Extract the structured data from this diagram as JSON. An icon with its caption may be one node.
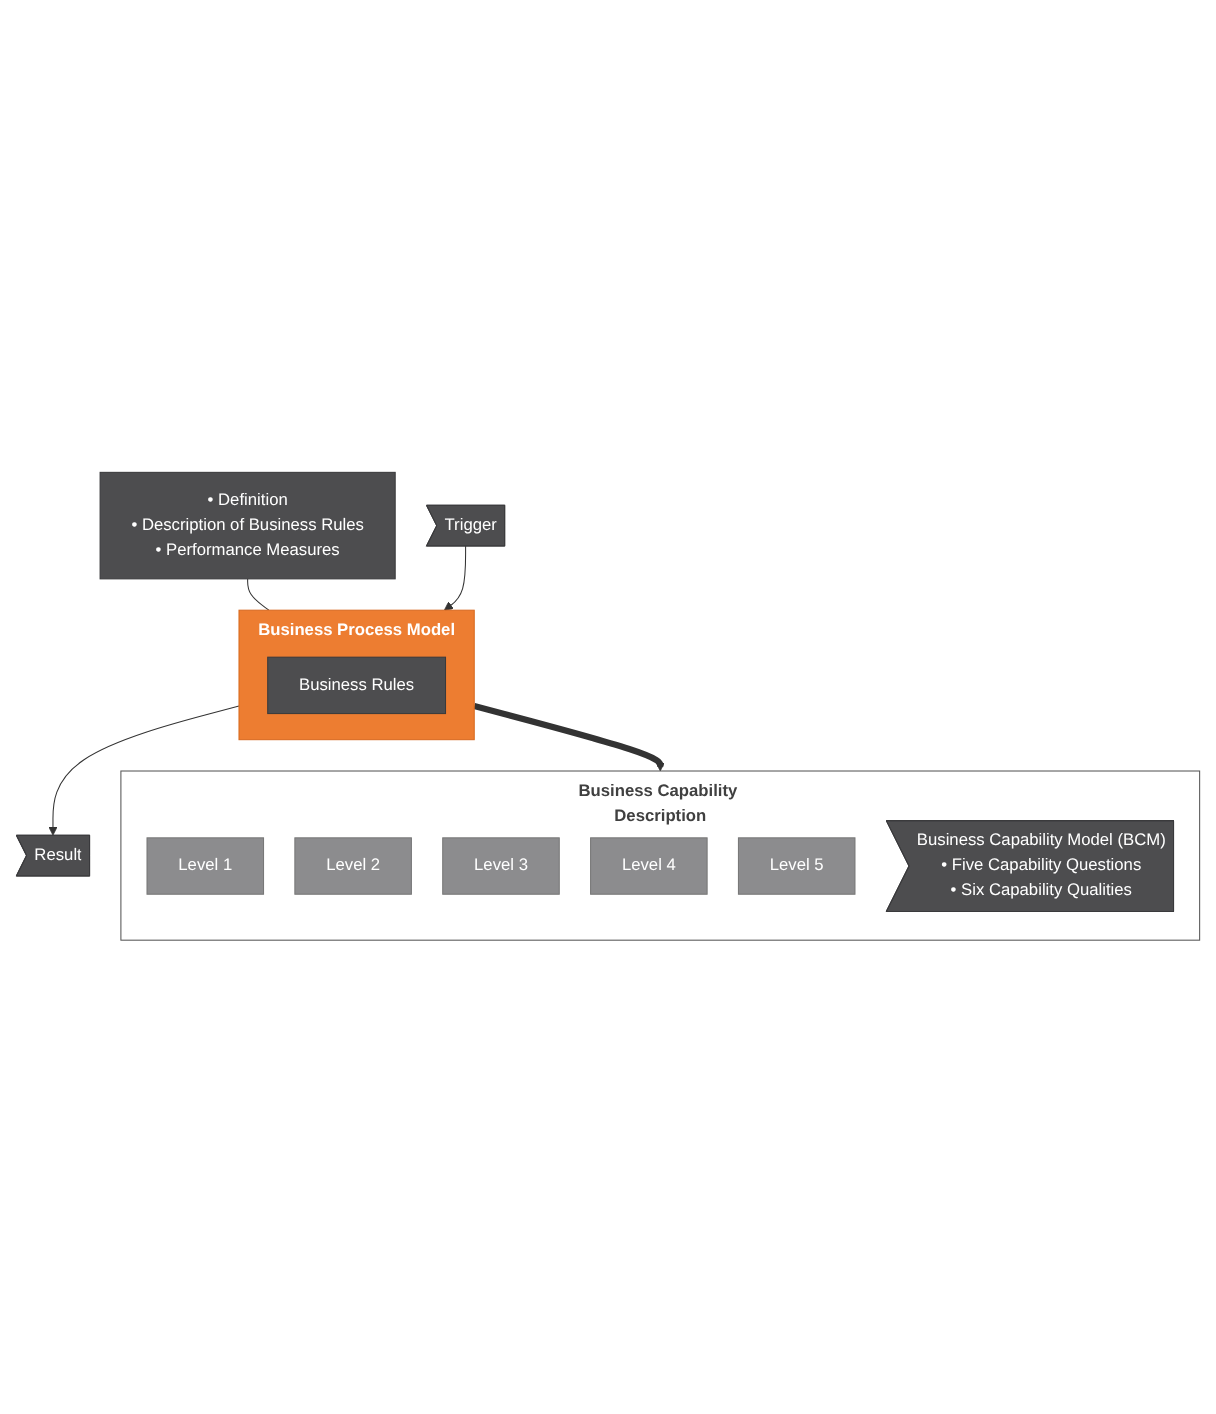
{
  "diagram": {
    "nodes": [
      {
        "text": [
          "• Definition",
          "• Description of Business Rules",
          "• Performance Measures"
        ]
      },
      {
        "text": [
          "Trigger"
        ]
      },
      {
        "text": [
          "Business Process Model"
        ]
      },
      {
        "text": [
          "Business Rules"
        ],
        "in": 2
      },
      {
        "text": [
          "Result"
        ]
      },
      {
        "text": [
          "Business Capability Description"
        ]
      },
      {
        "text": [
          "Level 1"
        ],
        "in": 5
      },
      {
        "text": [
          "Level 2"
        ],
        "in": 5
      },
      {
        "text": [
          "Level 3"
        ],
        "in": 5
      },
      {
        "text": [
          "Level 4"
        ],
        "in": 5
      },
      {
        "text": [
          "Level 5"
        ],
        "in": 5
      },
      {
        "text": [
          "Business Capability Model (BCM)",
          "• Five Capability Questions",
          "• Six Capability Qualities"
        ],
        "in": 5
      }
    ],
    "edges": [
      {
        "from": 0,
        "to": 2,
        "arrow": "none"
      },
      {
        "from": 1,
        "to": 2,
        "arrow": "to"
      },
      {
        "from": 2,
        "to": 4,
        "arrow": "to"
      },
      {
        "from": 2,
        "to": 5,
        "arrow": "to",
        "style": "thick"
      }
    ]
  }
}
